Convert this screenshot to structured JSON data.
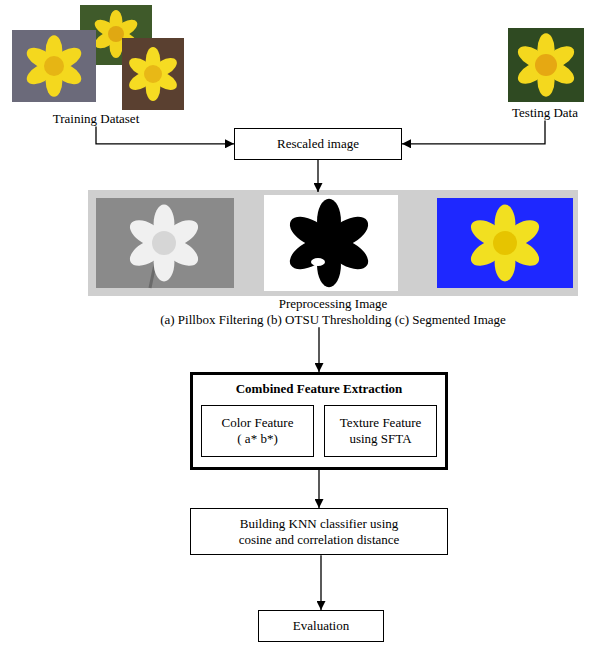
{
  "diagram": {
    "nodes": [
      {
        "text": [
          "Training Dataset"
        ]
      },
      {
        "text": [
          "Testing Data"
        ]
      },
      {
        "text": [
          "Rescaled image"
        ]
      },
      {
        "text": [
          "Preprocessing Image",
          "(a) Pillbox Filtering (b) OTSU Thresholding (c) Segmented Image"
        ]
      },
      {
        "text": [
          "Combined Feature Extraction"
        ]
      },
      {
        "text": [
          "Color Feature ( a* b*)"
        ],
        "in": 4
      },
      {
        "text": [
          "Texture Feature using SFTA"
        ],
        "in": 4
      },
      {
        "text": [
          "Building KNN classifier using cosine and correlation distance"
        ]
      },
      {
        "text": [
          "Evaluation"
        ]
      }
    ],
    "edges": [
      {
        "from": 0,
        "to": 2,
        "arrow": "to"
      },
      {
        "from": 1,
        "to": 2,
        "arrow": "to"
      },
      {
        "from": 2,
        "to": 3,
        "arrow": "to"
      },
      {
        "from": 3,
        "to": 4,
        "arrow": "to"
      },
      {
        "from": 4,
        "to": 7,
        "arrow": "to"
      },
      {
        "from": 7,
        "to": 8,
        "arrow": "to"
      }
    ]
  }
}
